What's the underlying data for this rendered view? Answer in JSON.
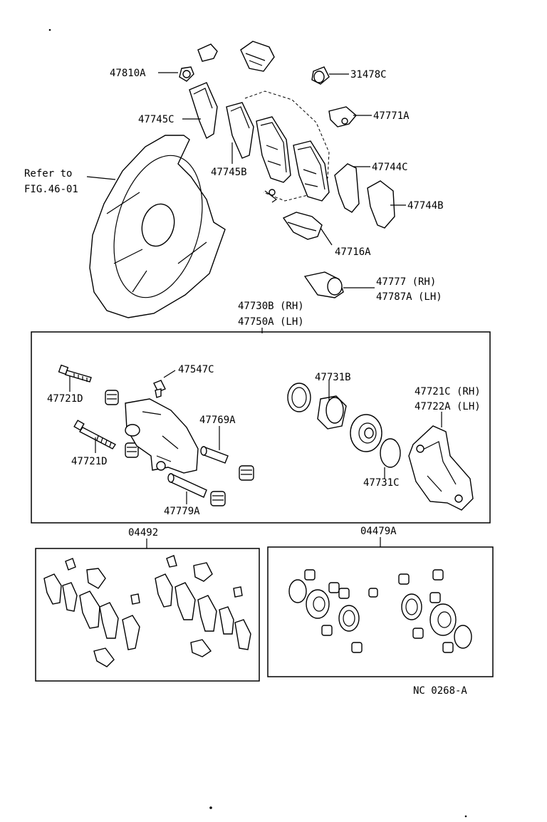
{
  "labels": {
    "p47810A": "47810A",
    "p31478C": "31478C",
    "p47745C": "47745C",
    "p47771A": "47771A",
    "refer_line1": "Refer to",
    "refer_line2": "FIG.46-01",
    "p47745B": "47745B",
    "p47744C": "47744C",
    "p47744B": "47744B",
    "p47716A": "47716A",
    "p47777": "47777 (RH)",
    "p47787A": "47787A (LH)",
    "p47730B": "47730B (RH)",
    "p47750A": "47750A (LH)",
    "p47547C": "47547C",
    "p47721D_a": "47721D",
    "p47721D_b": "47721D",
    "p47731B": "47731B",
    "p47721C": "47721C (RH)",
    "p47722A": "47722A (LH)",
    "p47769A": "47769A",
    "p47779A": "47779A",
    "p47731C": "47731C",
    "kit04492": "04492",
    "kit04479A": "04479A",
    "code": "NC 0268-A"
  }
}
